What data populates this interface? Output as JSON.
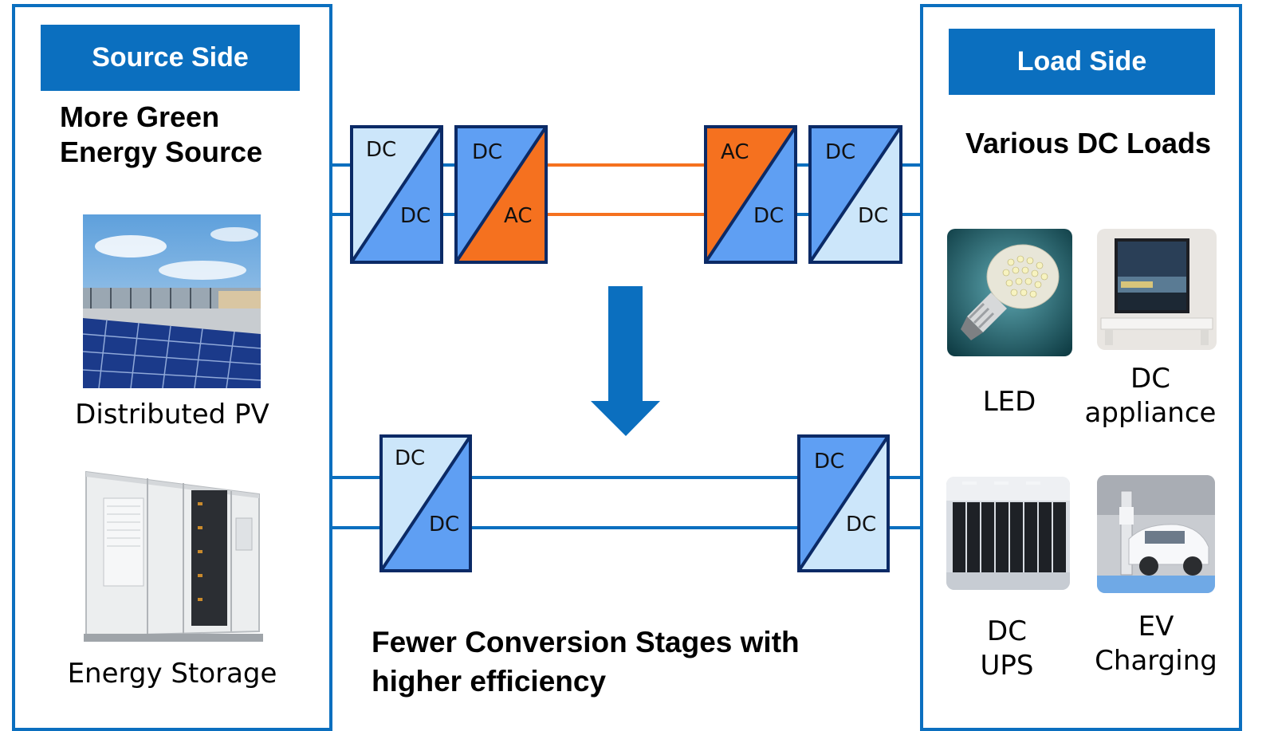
{
  "source": {
    "header": "Source Side",
    "title_line1": "More Green",
    "title_line2": "Energy Source",
    "pv_label": "Distributed PV",
    "storage_label": "Energy Storage"
  },
  "load": {
    "header": "Load Side",
    "title": "Various DC Loads",
    "led_label": "LED",
    "appliance_label_1": "DC",
    "appliance_label_2": "appliance",
    "ups_label_1": "DC",
    "ups_label_2": "UPS",
    "ev_label_1": "EV",
    "ev_label_2": "Charging"
  },
  "converters_top": [
    {
      "top": "DC",
      "bottom": "DC"
    },
    {
      "top": "DC",
      "bottom": "AC"
    },
    {
      "top": "AC",
      "bottom": "DC"
    },
    {
      "top": "DC",
      "bottom": "DC"
    }
  ],
  "converters_bottom": [
    {
      "top": "DC",
      "bottom": "DC"
    },
    {
      "top": "DC",
      "bottom": "DC"
    }
  ],
  "caption_line1": "Fewer Conversion Stages with",
  "caption_line2": "higher efficiency",
  "colors": {
    "accent": "#0b6fbf",
    "converter_light": "#cce6fa",
    "converter_mid": "#5f9ff3",
    "ac_orange": "#f5711f",
    "border_dark": "#0b2a66"
  }
}
